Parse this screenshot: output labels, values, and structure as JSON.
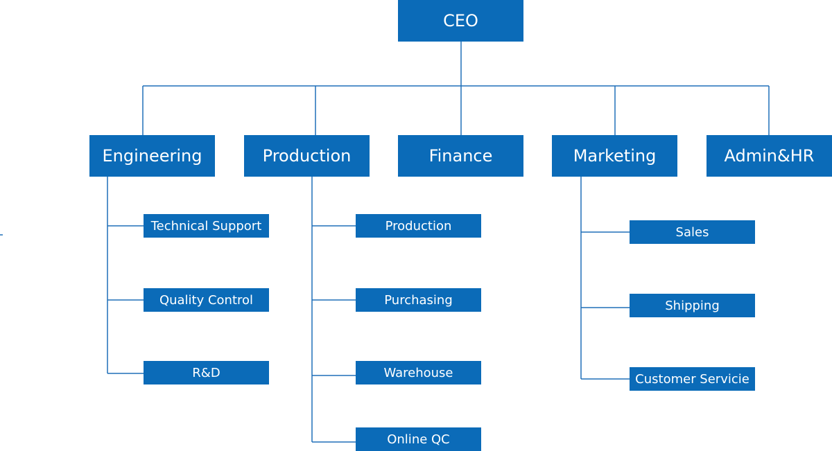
{
  "colors": {
    "box": "#0b6bb8",
    "line": "#1f6fb8"
  },
  "org": {
    "root": "CEO",
    "departments": [
      {
        "name": "Engineering",
        "children": [
          "Technical Support",
          "Quality Control",
          "R&D"
        ]
      },
      {
        "name": "Production",
        "children": [
          "Production",
          "Purchasing",
          "Warehouse",
          "Online QC"
        ]
      },
      {
        "name": "Finance",
        "children": []
      },
      {
        "name": "Marketing",
        "children": [
          "Sales",
          "Shipping",
          "Customer Servicie"
        ]
      },
      {
        "name": "Admin&HR",
        "children": []
      }
    ]
  }
}
